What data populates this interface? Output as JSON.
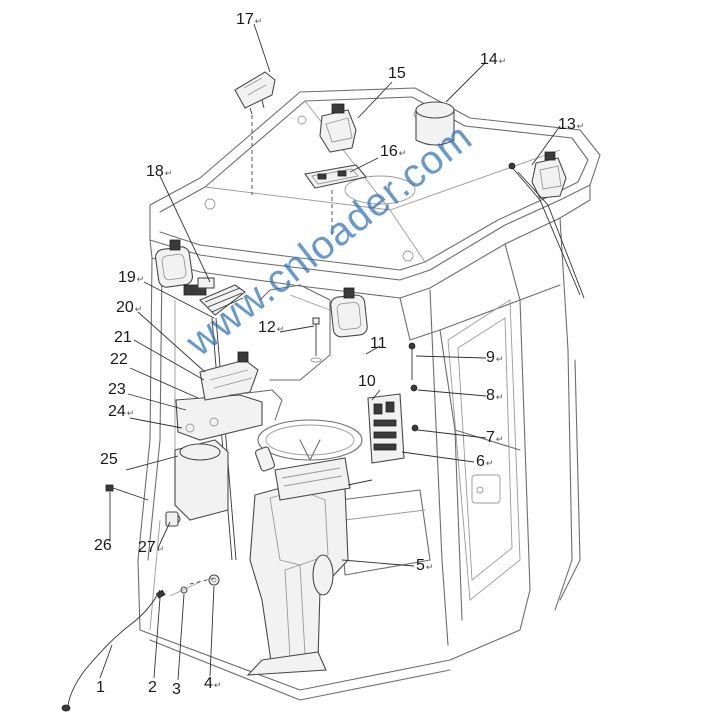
{
  "watermark": "www.cnloader.com",
  "line_end_mark": "↵",
  "callouts": [
    {
      "id": "1",
      "label": "1"
    },
    {
      "id": "2",
      "label": "2"
    },
    {
      "id": "3",
      "label": "3"
    },
    {
      "id": "4",
      "label": "4"
    },
    {
      "id": "5",
      "label": "5"
    },
    {
      "id": "6",
      "label": "6"
    },
    {
      "id": "7",
      "label": "7"
    },
    {
      "id": "8",
      "label": "8"
    },
    {
      "id": "9",
      "label": "9"
    },
    {
      "id": "10",
      "label": "10"
    },
    {
      "id": "11",
      "label": "11"
    },
    {
      "id": "12",
      "label": "12"
    },
    {
      "id": "13",
      "label": "13"
    },
    {
      "id": "14",
      "label": "14"
    },
    {
      "id": "15",
      "label": "15"
    },
    {
      "id": "16",
      "label": "16"
    },
    {
      "id": "17",
      "label": "17"
    },
    {
      "id": "18",
      "label": "18"
    },
    {
      "id": "19",
      "label": "19"
    },
    {
      "id": "20",
      "label": "20"
    },
    {
      "id": "21",
      "label": "21"
    },
    {
      "id": "22",
      "label": "22"
    },
    {
      "id": "23",
      "label": "23"
    },
    {
      "id": "24",
      "label": "24"
    },
    {
      "id": "25",
      "label": "25"
    },
    {
      "id": "26",
      "label": "26"
    },
    {
      "id": "27",
      "label": "27"
    }
  ]
}
